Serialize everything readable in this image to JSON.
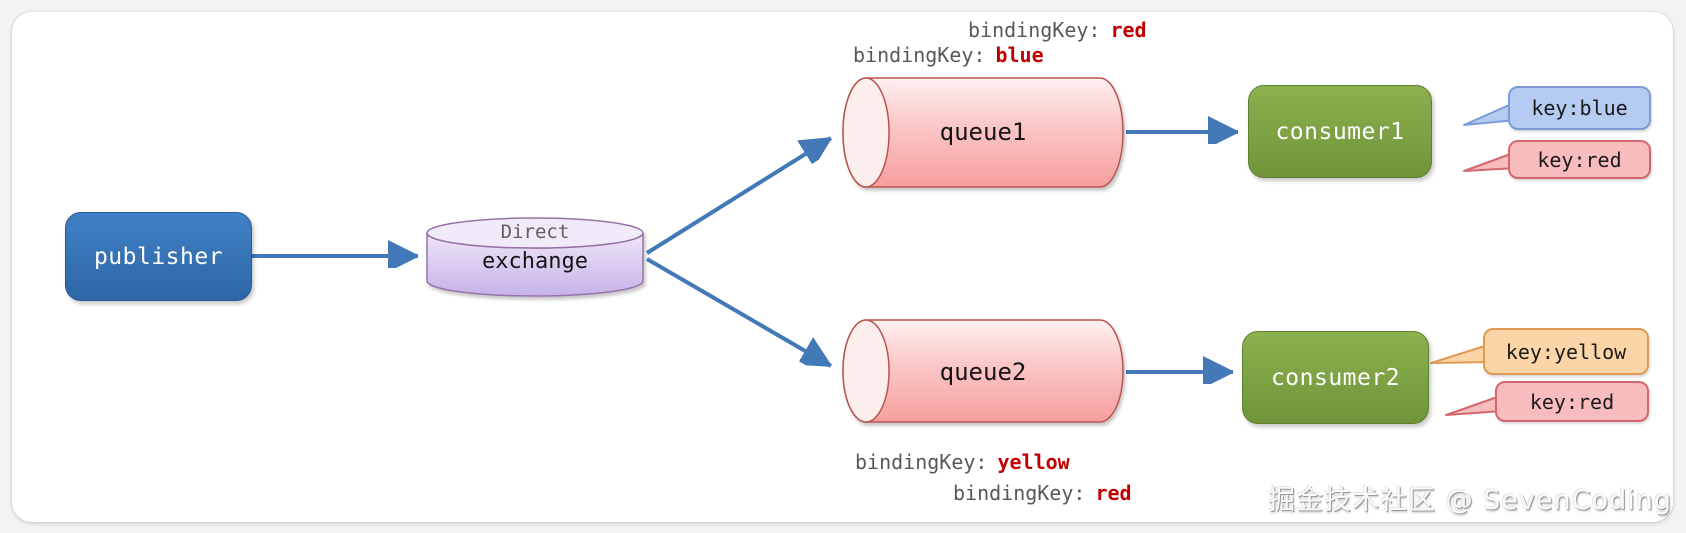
{
  "publisher": {
    "label": "publisher"
  },
  "exchange": {
    "type": "Direct",
    "label": "exchange"
  },
  "queue1": {
    "label": "queue1",
    "binding1": {
      "prefix": "bindingKey:",
      "value": "red"
    },
    "binding2": {
      "prefix": "bindingKey:",
      "value": "blue"
    }
  },
  "queue2": {
    "label": "queue2",
    "binding1": {
      "prefix": "bindingKey:",
      "value": "yellow"
    },
    "binding2": {
      "prefix": "bindingKey:",
      "value": "red"
    }
  },
  "consumer1": {
    "label": "consumer1",
    "key1": "key:blue",
    "key2": "key:red"
  },
  "consumer2": {
    "label": "consumer2",
    "key1": "key:yellow",
    "key2": "key:red"
  },
  "watermark": "掘金技术社区 @ SevenCoding",
  "colors": {
    "publisher_fill": "#3374b9",
    "consumer_fill": "#7ea43e",
    "queue_fill": "#f9a8a8",
    "queue_stroke": "#b85450",
    "exchange_fill": "#cdbcec",
    "exchange_stroke": "#9673a6",
    "arrow": "#4379b7",
    "binding_value": "#c00000",
    "callout_blue_fill": "#b6cbf2",
    "callout_red_fill": "#f8bcbf",
    "callout_yellow_fill": "#fbd5a7"
  }
}
